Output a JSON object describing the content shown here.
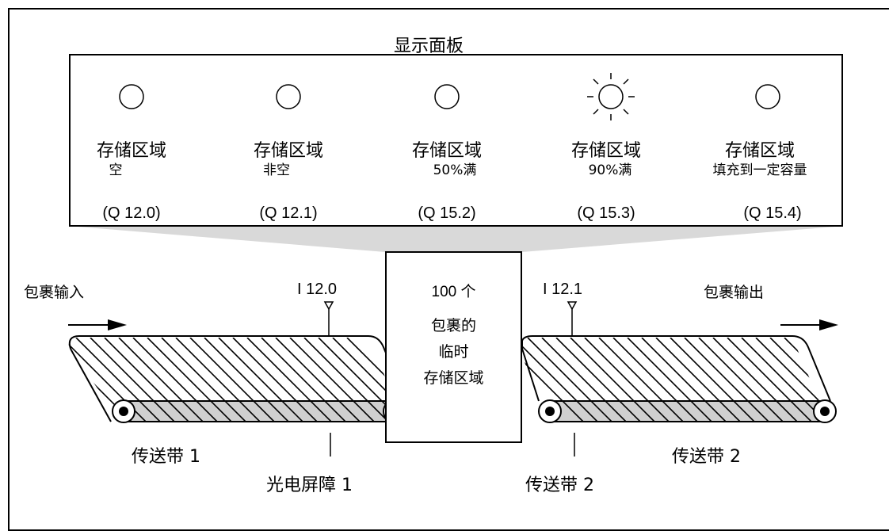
{
  "panel": {
    "title": "显示面板",
    "indicators": [
      {
        "name": "存储区域",
        "sub": "空",
        "address": "(Q 12.0)",
        "lit": false,
        "icon": "lamp-off-icon"
      },
      {
        "name": "存储区域",
        "sub": "非空",
        "address": "(Q 12.1)",
        "lit": false,
        "icon": "lamp-off-icon"
      },
      {
        "name": "存储区域",
        "sub": "50%满",
        "address": "(Q 15.2)",
        "lit": false,
        "icon": "lamp-off-icon"
      },
      {
        "name": "存储区域",
        "sub": "90%满",
        "address": "(Q 15.3)",
        "lit": true,
        "icon": "lamp-lit-icon"
      },
      {
        "name": "存储区域",
        "sub": "填充到一定容量",
        "address": "(Q 15.4)",
        "lit": false,
        "icon": "lamp-off-icon"
      }
    ]
  },
  "process": {
    "input_label": "包裹输入",
    "output_label": "包裹输出",
    "sensor_in": "I 12.0",
    "sensor_out": "I 12.1",
    "storage": {
      "line1": "100 个",
      "line2": "包裹的",
      "line3": "临时",
      "line4": "存储区域"
    },
    "belt1_label": "传送带 1",
    "belt2_label": "传送带 2",
    "barrier_label": "光电屏障 1",
    "belt2_bottom_label": "传送带 2"
  },
  "colors": {
    "line": "#000000",
    "belt_body": "#d0d0d0",
    "funnel": "#d9d9d9"
  }
}
